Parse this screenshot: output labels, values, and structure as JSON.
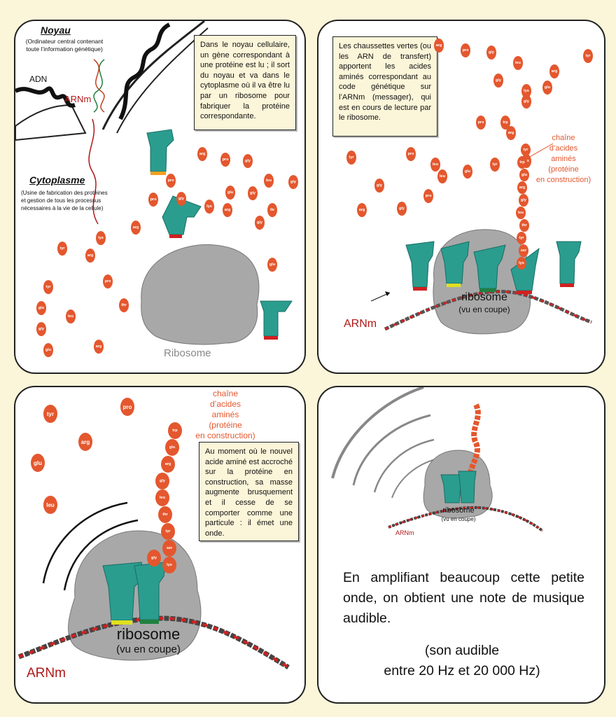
{
  "panel1": {
    "noyau_title": "Noyau",
    "noyau_desc": "(Ordinateur central contenant toute l’information génétique)",
    "adn_label": "ADN",
    "arnm_label": "ARNm",
    "cytoplasme_title": "Cytoplasme",
    "cytoplasme_desc": "(Usine de fabrication des protéines et gestion de tous les processus nécessaires à la vie de la cellule)",
    "note": "Dans le noyau cellulaire, un gène correspondant à une protéine est lu ; il sort du noyau et va dans le cytoplasme où il va être lu par un ribosome pour fabriquer la protéine correspondante.",
    "ribosome_label": "Ribosome",
    "aa_labels": [
      "arg",
      "pro",
      "gly",
      "leu",
      "pro",
      "glu",
      "gly",
      "ile",
      "pro",
      "gly",
      "lys",
      "arg",
      "gly",
      "gly",
      "arg",
      "lys",
      "glu",
      "tyr",
      "arg",
      "pro",
      "tyr",
      "glu",
      "thr",
      "leu",
      "gly",
      "arg",
      "glu"
    ]
  },
  "panel2": {
    "note": "Les chaussettes vertes (ou les ARN de transfert) apportent les acides aminés correspondant au code génétique sur l’ARNm (messager), qui est en cours de lecture par le ribosome.",
    "chain_label_1": "chaîne",
    "chain_label_2": "d’acides",
    "chain_label_3": "aminés",
    "chain_label_4": "(protéine",
    "chain_label_5": "en construction)",
    "ribosome_label": "ribosome",
    "ribosome_sub": "(vu en coupe)",
    "arnm_label": "ARNm",
    "aa_labels": [
      "arg",
      "pro",
      "gly",
      "leu",
      "glu",
      "arg",
      "gly",
      "lys",
      "tyr",
      "pro",
      "trp",
      "gly",
      "leu",
      "glu",
      "tyr",
      "arg",
      "lys",
      "pro",
      "gly",
      "leu",
      "pro",
      "tyr",
      "gly",
      "arg"
    ],
    "chain_labels": [
      "tyr",
      "trp",
      "glu",
      "arg",
      "gly",
      "leu",
      "thr",
      "tyr",
      "ser",
      "lys"
    ]
  },
  "panel3": {
    "chain_label_1": "chaîne",
    "chain_label_2": "d’acides",
    "chain_label_3": "aminés",
    "chain_label_4": "(protéine",
    "chain_label_5": "en construction)",
    "note": "Au moment où le nouvel acide aminé est accroché sur la protéine en construction, sa masse augmente brusquement et il cesse de se comporter comme une particule : il émet une onde.",
    "ribosome_label": "ribosome",
    "ribosome_sub": "(vu en coupe)",
    "arnm_label": "ARNm",
    "aa_labels": [
      "tyr",
      "pro",
      "arg",
      "glu",
      "leu"
    ],
    "chain_labels": [
      "trp",
      "glu",
      "arg",
      "gly",
      "leu",
      "thr",
      "tyr",
      "ser",
      "lys",
      "gly"
    ]
  },
  "panel4": {
    "ribosome_label": "ribosome",
    "ribosome_sub": "(vu en coupe)",
    "arnm_label": "ARNm",
    "text_main": "En amplifiant beaucoup cette petite onde, on obtient une note de musique audible.",
    "text_sub_1": "(son audible",
    "text_sub_2": "entre 20 Hz et 20 000 Hz)"
  },
  "colors": {
    "background": "#fbf5d9",
    "amino_acid": "#e4572e",
    "trna": "#2a9d8f",
    "ribosome": "#9e9e9e",
    "arnm": "#b01818"
  }
}
